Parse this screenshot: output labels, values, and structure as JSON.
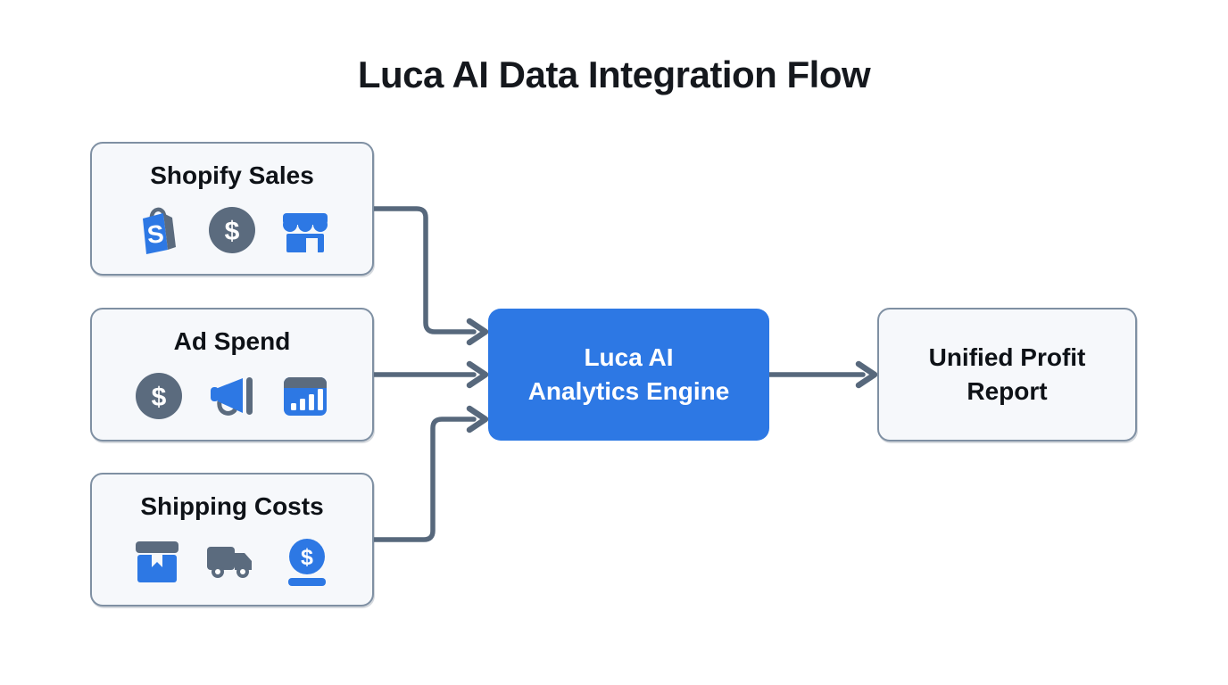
{
  "title": "Luca AI Data Integration Flow",
  "sources": [
    {
      "id": "shopify-sales",
      "label": "Shopify Sales",
      "icons": [
        "shopify-bag-icon",
        "dollar-circle-icon",
        "storefront-icon"
      ]
    },
    {
      "id": "ad-spend",
      "label": "Ad Spend",
      "icons": [
        "dollar-circle-icon",
        "megaphone-icon",
        "bar-chart-icon"
      ]
    },
    {
      "id": "shipping-costs",
      "label": "Shipping Costs",
      "icons": [
        "package-icon",
        "truck-icon",
        "coin-dollar-icon"
      ]
    }
  ],
  "engine": {
    "line1": "Luca AI",
    "line2": "Analytics Engine"
  },
  "output": {
    "line1": "Unified Profit",
    "line2": "Report"
  },
  "glyphs": {
    "dollar": "$",
    "shopify_s": "S"
  },
  "colors": {
    "background": "#ffffff",
    "title_text": "#15181d",
    "node_fill": "#f6f8fb",
    "node_border": "#7f90a3",
    "node_text": "#0e1217",
    "accent_blue": "#2d78e4",
    "slate_gray": "#5b6b7e",
    "connector": "#57687c",
    "engine_text": "#ffffff"
  }
}
